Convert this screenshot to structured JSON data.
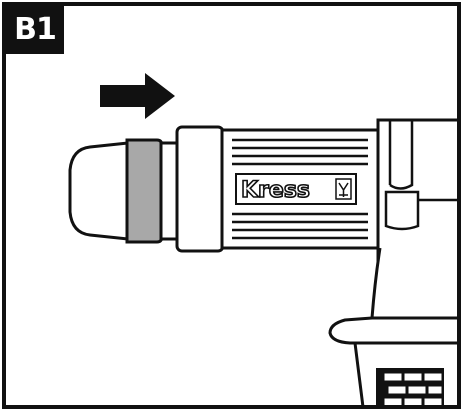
{
  "figure": {
    "label": "B1",
    "brand": "Kress",
    "arrow_direction": "right",
    "colors": {
      "ink": "#111111",
      "paper": "#ffffff",
      "chuck_sleeve": "#a8a8a8",
      "chuck_tip": "#ffffff"
    }
  }
}
